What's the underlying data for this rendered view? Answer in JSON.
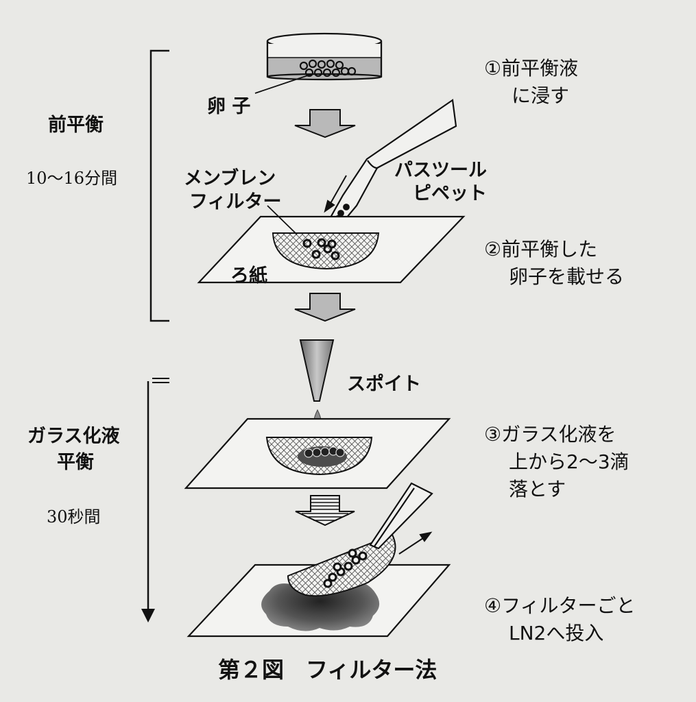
{
  "phases": {
    "pre": {
      "name": "前平衡",
      "time": "10〜16分間"
    },
    "vit": {
      "name_line1": "ガラス化液",
      "name_line2": "平衡",
      "time": "30秒間"
    }
  },
  "labels": {
    "egg": "卵 子",
    "membrane_line1": "メンブレン",
    "membrane_line2": "フィルター",
    "pipette_line1": "パスツール",
    "pipette_line2": "ピペット",
    "filter_paper": "ろ紙",
    "dropper": "スポイト"
  },
  "steps": [
    {
      "lines": [
        "①前平衡液",
        "に浸す"
      ]
    },
    {
      "lines": [
        "②前平衡した",
        "卵子を載せる"
      ]
    },
    {
      "lines": [
        "③ガラス化液を",
        "上から2〜3滴",
        "落とす"
      ]
    },
    {
      "lines": [
        "④フィルターごと",
        "LN2へ投入"
      ]
    }
  ],
  "caption": "第２図　フィルター法",
  "colors": {
    "background": "#e9e9e6",
    "ink": "#111111",
    "fill_gray": "#b9b9b9"
  }
}
